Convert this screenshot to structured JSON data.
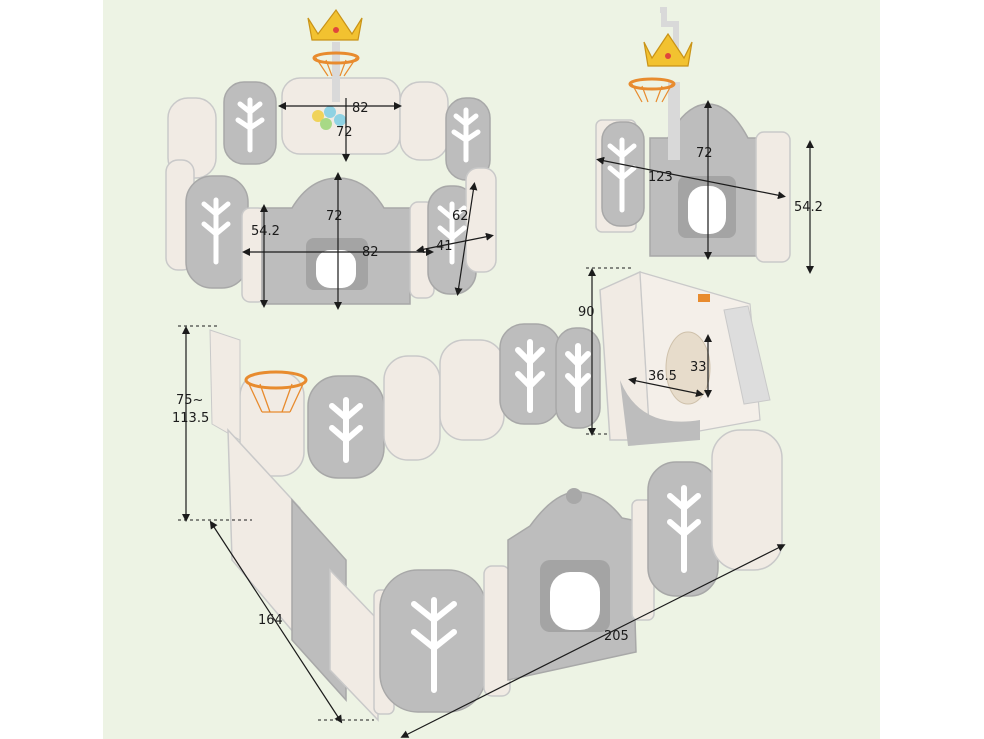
{
  "colors": {
    "background": "#edf3e4",
    "panel_cream": "#f1ebe4",
    "panel_gray": "#bdbdbd",
    "crown": "#f2c230",
    "hoop": "#e88b2e",
    "dimension_line": "#1b1b1b"
  },
  "views": {
    "top_left": {
      "labels": {
        "gate_height": "72",
        "gate_width": "82",
        "panel_height": "54.2",
        "panel_diag": "62",
        "panel_width": "41",
        "hoop_width": "82",
        "hoop_height": "72"
      }
    },
    "top_right": {
      "labels": {
        "height": "72",
        "width": "123",
        "side_height": "54.2"
      }
    },
    "main": {
      "labels": {
        "hoop_height_line1": "75~",
        "hoop_height_line2": "113.5",
        "swing_height": "90",
        "seat_width": "36.5",
        "seat_height": "33",
        "depth": "164",
        "length": "205"
      }
    }
  },
  "icons": [
    "crown-icon",
    "basketball-hoop-icon"
  ]
}
